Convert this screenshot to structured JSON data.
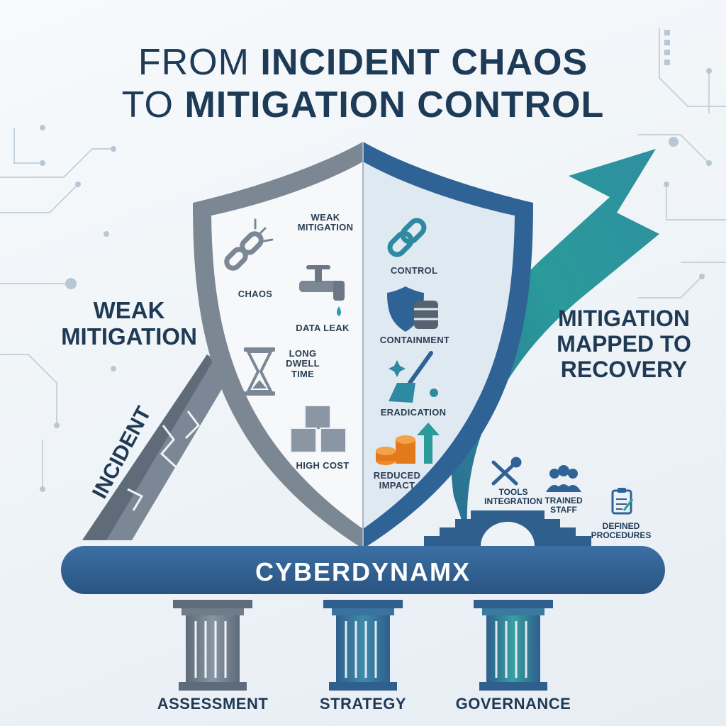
{
  "title": {
    "line1_prefix": "FROM",
    "line1_bold": "INCIDENT CHAOS",
    "line2_prefix": "TO",
    "line2_bold": "MITIGATION CONTROL"
  },
  "left_label": "WEAK MITIGATION",
  "right_label": "MITIGATION MAPPED TO RECOVERY",
  "incident_label": "INCIDENT",
  "shield": {
    "left_header": "WEAK MITIGATION",
    "left_items": [
      "CHAOS",
      "DATA LEAK",
      "LONG DWELL TIME",
      "HIGH COST"
    ],
    "right_items": [
      "CONTROL",
      "CONTAINMENT",
      "ERADICATION",
      "REDUCED IMPACT"
    ]
  },
  "supports": [
    "TOOLS INTEGRATION",
    "TRAINED STAFF",
    "DEFINED PROCEDURES"
  ],
  "brand": "CYBERDYNAMX",
  "pillars": [
    "ASSESSMENT",
    "STRATEGY",
    "GOVERNANCE"
  ],
  "colors": {
    "navy": "#1f3a55",
    "blue": "#3a6ea5",
    "teal": "#2a9a9a",
    "gray": "#7b8794",
    "orange": "#f08a24"
  },
  "icons": [
    "broken-chain-icon",
    "faucet-drip-icon",
    "hourglass-icon",
    "boxes-icon",
    "chain-link-icon",
    "shield-database-icon",
    "broom-icon",
    "coins-arrow-icon",
    "tools-icon",
    "people-icon",
    "clipboard-icon",
    "up-arrow-icon",
    "circuit-lines"
  ]
}
